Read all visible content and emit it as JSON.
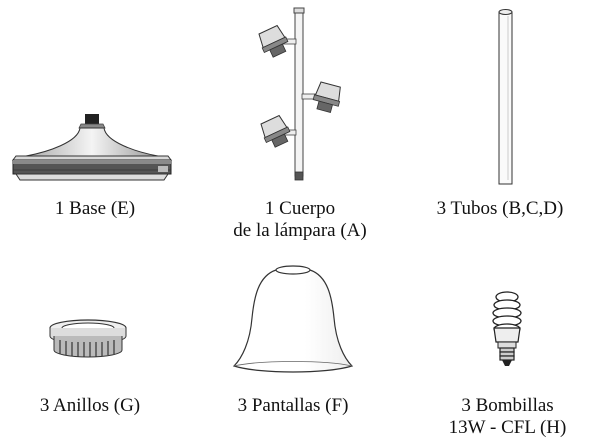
{
  "items": [
    {
      "id": "base",
      "lines": [
        "1 Base (E)"
      ],
      "icon": "lamp-base-icon"
    },
    {
      "id": "body",
      "lines": [
        "1 Cuerpo",
        "de la lámpara (A)"
      ],
      "icon": "lamp-body-icon"
    },
    {
      "id": "tubes",
      "lines": [
        "3  Tubos (B,C,D)"
      ],
      "icon": "tube-icon"
    },
    {
      "id": "rings",
      "lines": [
        "3 Anillos (G)"
      ],
      "icon": "ring-icon"
    },
    {
      "id": "shades",
      "lines": [
        "3 Pantallas (F)"
      ],
      "icon": "lamp-shade-icon"
    },
    {
      "id": "bulbs",
      "lines": [
        "3 Bombillas",
        "13W - CFL (H)"
      ],
      "icon": "cfl-bulb-icon"
    }
  ]
}
